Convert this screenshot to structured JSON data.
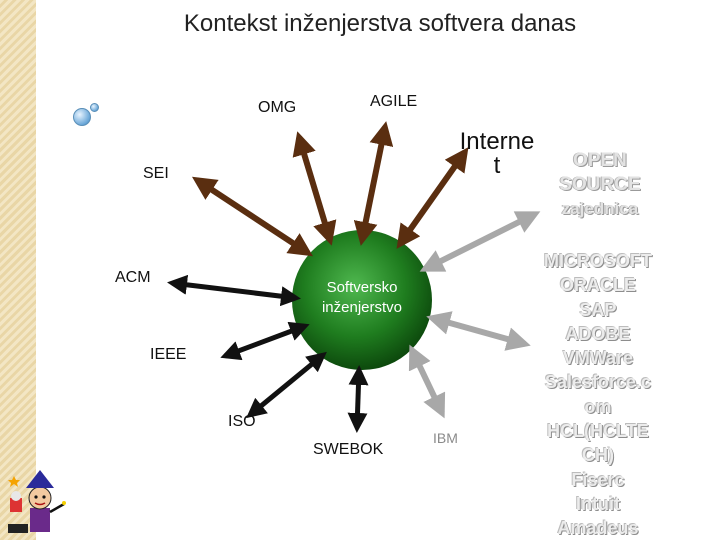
{
  "title": "Kontekst inženjerstva softvera danas",
  "center": {
    "line1": "Softversko",
    "line2": "inženjerstvo"
  },
  "nodes": {
    "omg": "OMG",
    "agile": "AGILE",
    "internet_line1": "Interne",
    "internet_line2": "t",
    "sei": "SEI",
    "acm": "ACM",
    "ieee": "IEEE",
    "iso": "ISO",
    "swebok": "SWEBOK",
    "ibm": "IBM"
  },
  "open_source": {
    "line1": "OPEN",
    "line2": "SOURCE",
    "line3": "zajednica"
  },
  "vendors": [
    "MICROSOFT",
    "ORACLE",
    "SAP",
    "ADOBE",
    "VMWare",
    "Salesforce.c",
    "om",
    "HCL(HCLTE",
    "CH)",
    "Fiserc",
    "Intuit",
    "Amadeus"
  ],
  "colors": {
    "brown_arrow": "#5a2e10",
    "black_arrow": "#111111",
    "gray_arrow": "#a8a8a8",
    "center_fill": "#1f7d1f"
  }
}
